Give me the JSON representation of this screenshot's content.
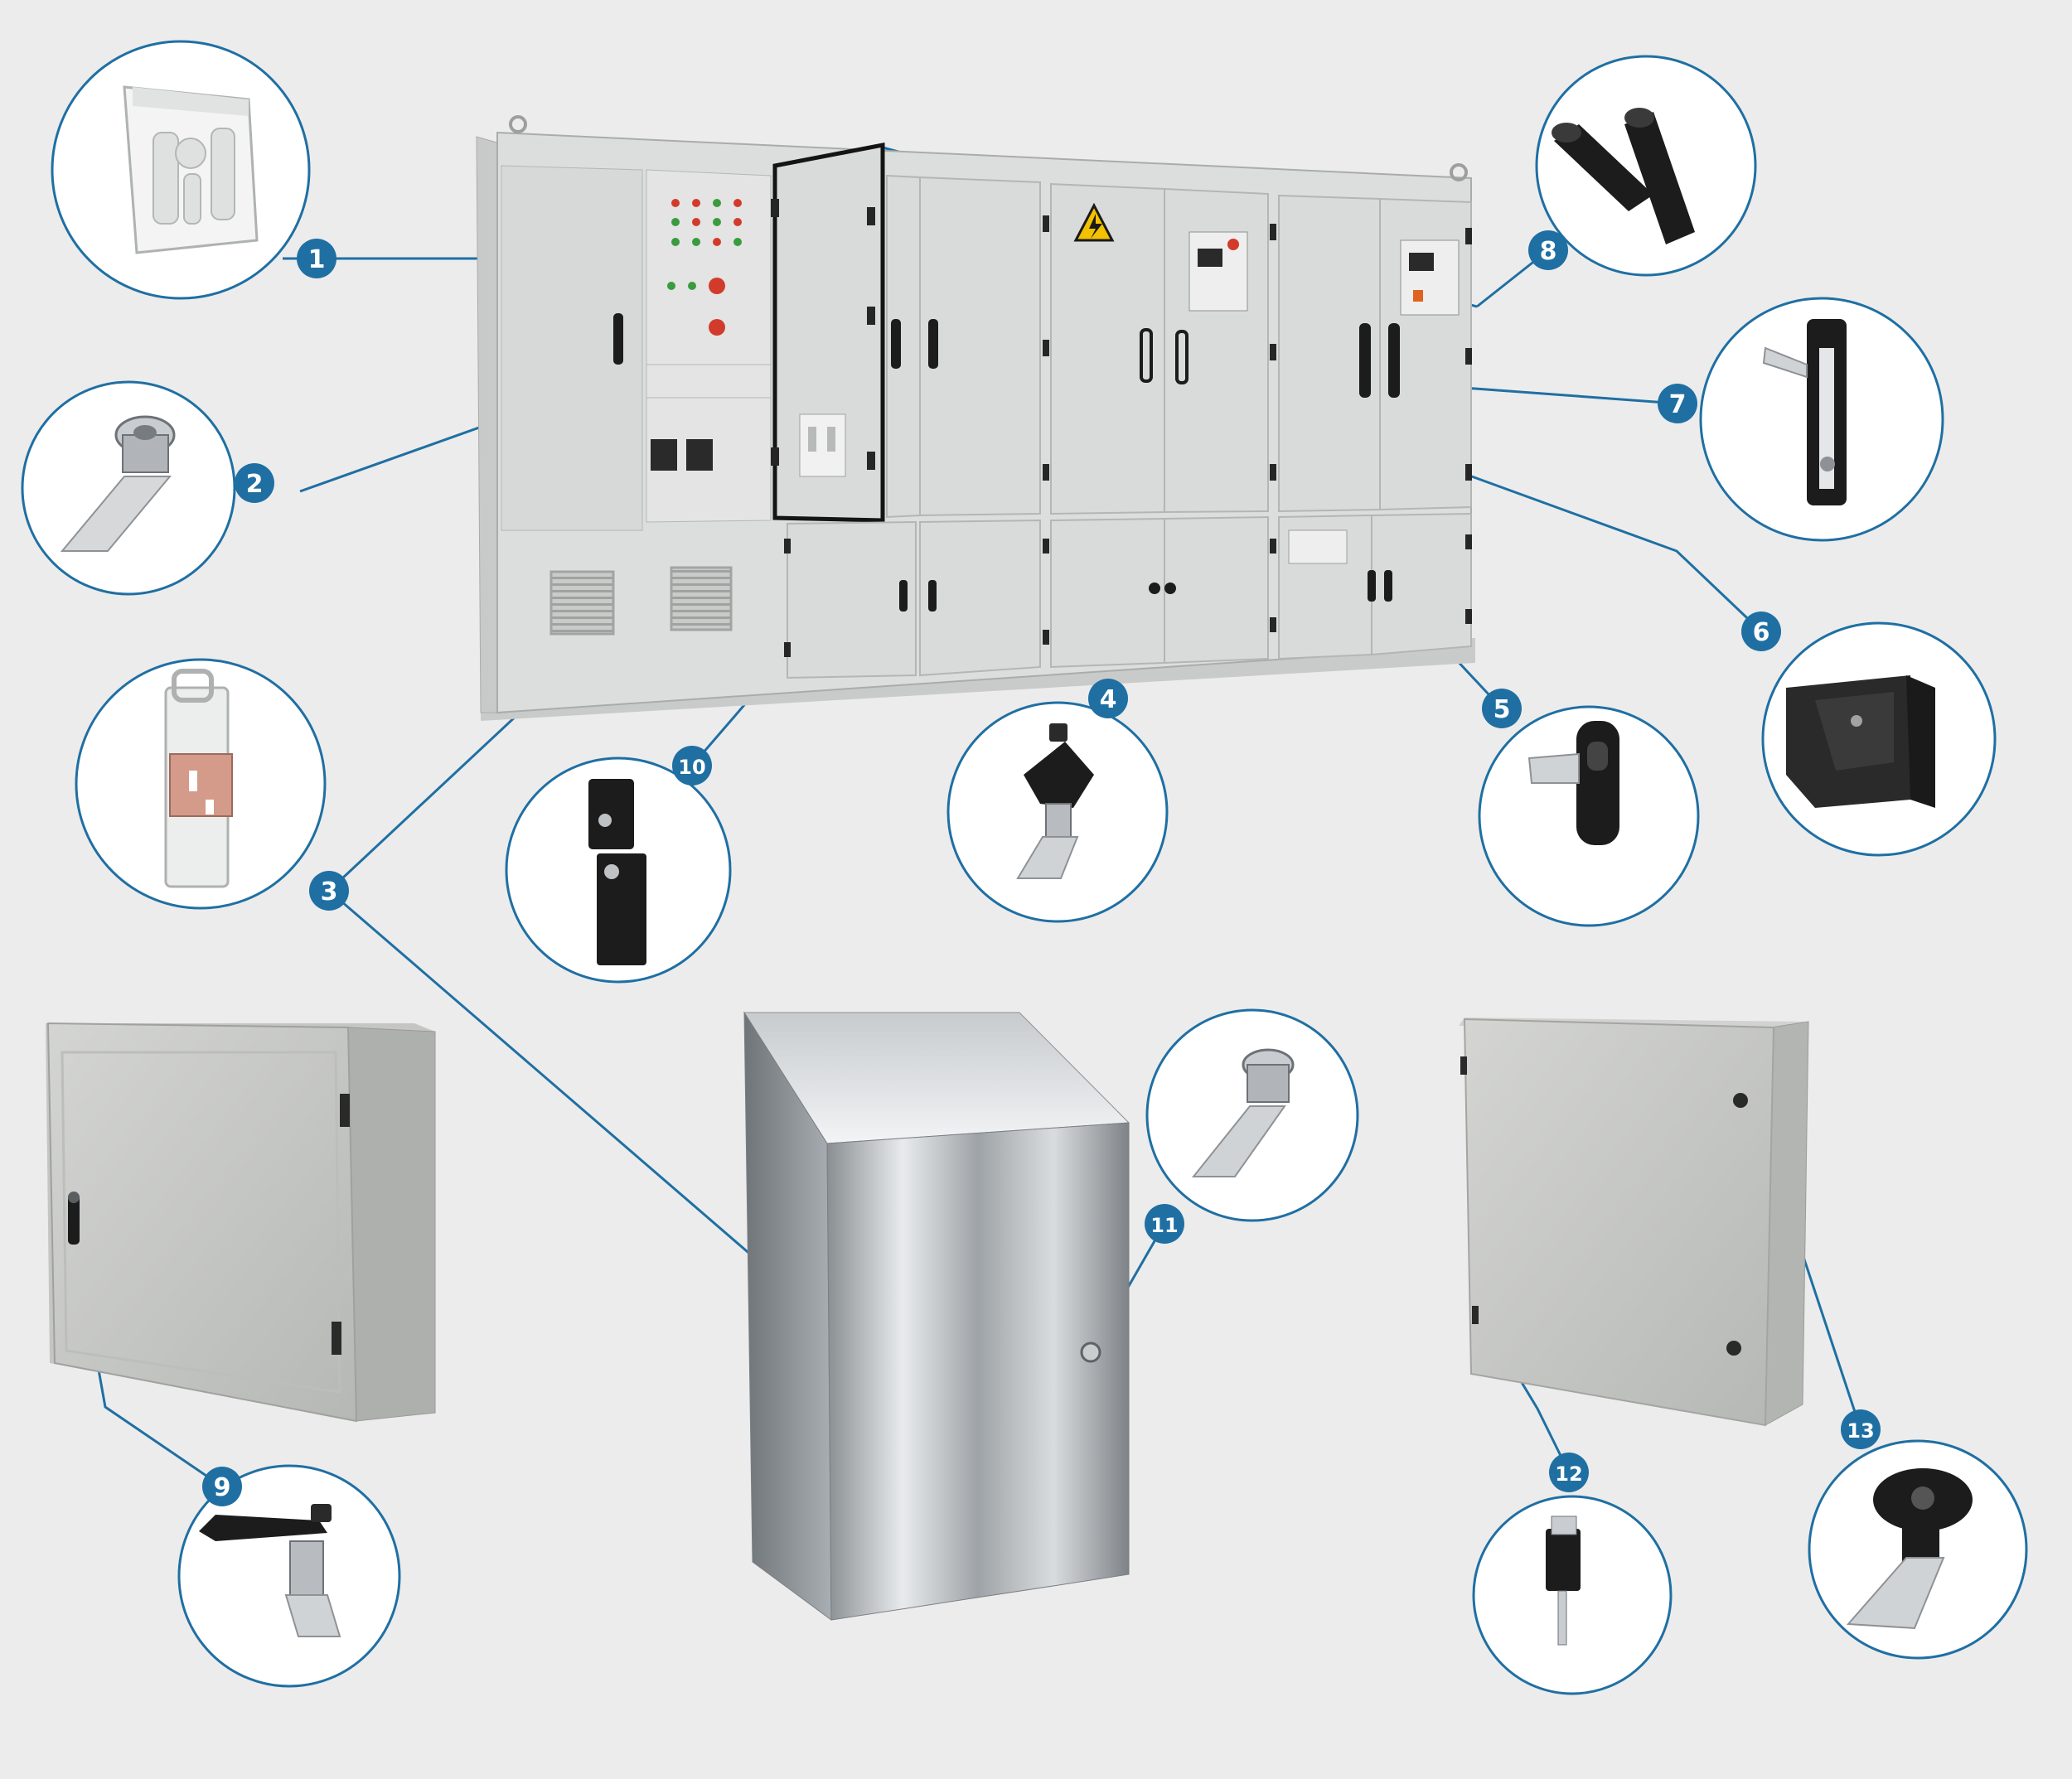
{
  "colors": {
    "background": "#ececec",
    "accent": "#1f6fa3",
    "cabinet": "#dcdedd",
    "cabinet_edge": "#b9bcbb",
    "hardware_dark": "#1c1c1c",
    "metal": "#b8bcc0",
    "warning_yellow": "#f2c200"
  },
  "callouts": [
    {
      "number": "1",
      "part": "document-holder"
    },
    {
      "number": "2",
      "part": "cam-lock-knob"
    },
    {
      "number": "3",
      "part": "hinge"
    },
    {
      "number": "4",
      "part": "key-cam-lock"
    },
    {
      "number": "5",
      "part": "lever-latch"
    },
    {
      "number": "6",
      "part": "corner-guard"
    },
    {
      "number": "7",
      "part": "swing-handle"
    },
    {
      "number": "8",
      "part": "edge-trim-seal"
    },
    {
      "number": "9",
      "part": "lever-key-lock"
    },
    {
      "number": "10",
      "part": "black-hinge"
    },
    {
      "number": "11",
      "part": "stainless-cam-lock"
    },
    {
      "number": "12",
      "part": "small-hinge"
    },
    {
      "number": "13",
      "part": "quarter-turn-lock"
    }
  ]
}
